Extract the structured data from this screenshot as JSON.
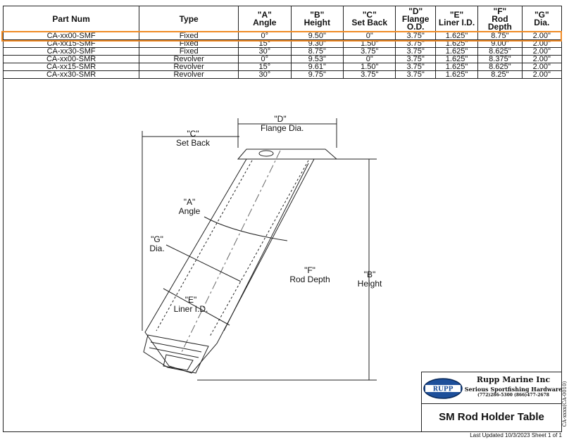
{
  "table": {
    "headers": [
      {
        "line1": "Part Num",
        "line2": "",
        "line3": ""
      },
      {
        "line1": "Type",
        "line2": "",
        "line3": ""
      },
      {
        "line1": "\"A\"",
        "line2": "Angle",
        "line3": ""
      },
      {
        "line1": "\"B\"",
        "line2": "Height",
        "line3": ""
      },
      {
        "line1": "\"C\"",
        "line2": "Set Back",
        "line3": ""
      },
      {
        "line1": "\"D\"",
        "line2": "Flange",
        "line3": "O.D."
      },
      {
        "line1": "\"E\"",
        "line2": "Liner I.D.",
        "line3": ""
      },
      {
        "line1": "\"F\"",
        "line2": "Rod",
        "line3": "Depth"
      },
      {
        "line1": "\"G\"",
        "line2": "Dia.",
        "line3": ""
      }
    ],
    "rows": [
      [
        "CA-xx00-SMF",
        "Fixed",
        "0°",
        "9.50\"",
        "0\"",
        "3.75\"",
        "1.625\"",
        "8.75\"",
        "2.00\""
      ],
      [
        "CA-xx15-SMF",
        "Fixed",
        "15°",
        "9.30\"",
        "1.50\"",
        "3.75\"",
        "1.625\"",
        "9.00\"",
        "2.00\""
      ],
      [
        "CA-xx30-SMF",
        "Fixed",
        "30°",
        "8.75\"",
        "3.75\"",
        "3.75\"",
        "1.625\"",
        "8.625\"",
        "2.00\""
      ],
      [
        "CA-xx00-SMR",
        "Revolver",
        "0°",
        "9.53\"",
        "0\"",
        "3.75\"",
        "1.625\"",
        "8.375\"",
        "2.00\""
      ],
      [
        "CA-xx15-SMR",
        "Revolver",
        "15°",
        "9.61\"",
        "1.50\"",
        "3.75\"",
        "1.625\"",
        "8.625\"",
        "2.00\""
      ],
      [
        "CA-xx30-SMR",
        "Revolver",
        "30°",
        "9.75\"",
        "3.75\"",
        "3.75\"",
        "1.625\"",
        "8.25\"",
        "2.00\""
      ]
    ],
    "highlighted_row": 0
  },
  "drawing": {
    "labels": {
      "d_code": "\"D\"",
      "d_name": "Flange Dia.",
      "c_code": "\"C\"",
      "c_name": "Set Back",
      "a_code": "\"A\"",
      "a_name": "Angle",
      "g_code": "\"G\"",
      "g_name": "Dia.",
      "f_code": "\"F\"",
      "f_name": "Rod Depth",
      "b_code": "\"B\"",
      "b_name": "Height",
      "e_code": "\"E\"",
      "e_name": "Liner I.D."
    }
  },
  "title_block": {
    "logo_text": "RUPP",
    "company": "Rupp Marine Inc",
    "tagline": "Serious Sportfishing Hardware",
    "phones": "(772)286-5300  (866)477-2678",
    "title": "SM Rod Holder Table",
    "drawing_number": "CA-xxxx(CA-0010)",
    "footer": "Last Updated 10/3/2023  Sheet 1 of 1"
  },
  "colors": {
    "highlight": "#f08a24",
    "logo_blue": "#1d4f9a"
  }
}
